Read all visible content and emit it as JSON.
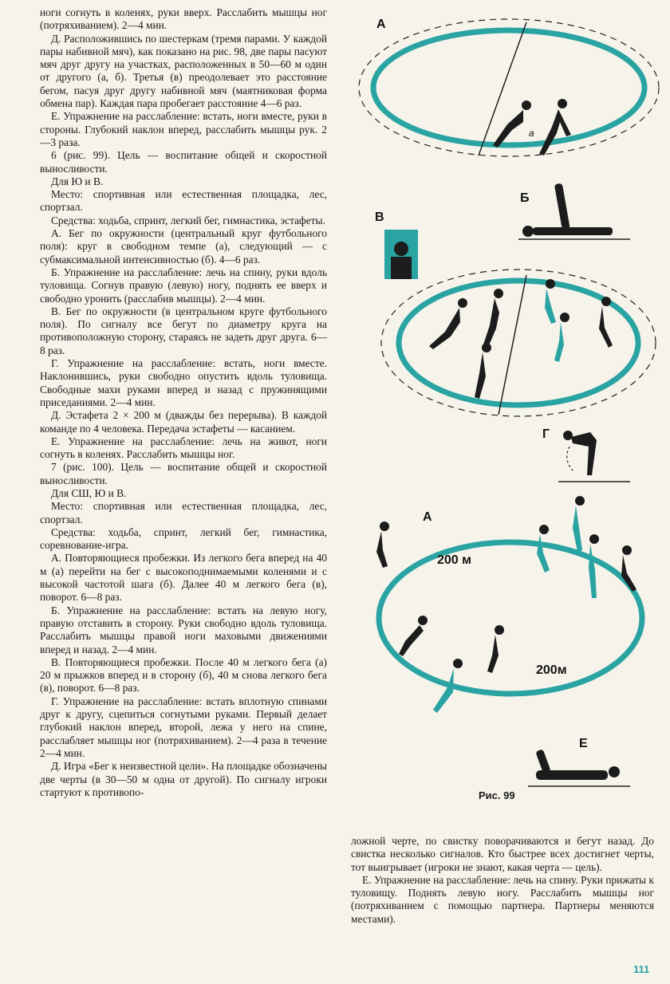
{
  "left_column": [
    "ноги согнуть в коленях, руки вверх. Расслабить мышцы ног (потряхиванием). 2—4 мин.",
    "Д. Расположившись по шестеркам (тремя парами. У каждой пары набивной мяч), как показано на рис. 98, две пары пасуют мяч друг другу на участках, расположенных в 50—60 м один от другого (а, б). Третья (в) преодолевает это расстояние бегом, пасуя друг другу набивной мяч (маятниковая форма обмена пар). Каждая пара пробегает расстояние 4—6 раз.",
    "Е. Упражнение на расслабление: встать, ноги вместе, руки в стороны. Глубокий наклон вперед, расслабить мышцы рук. 2—3 раза.",
    "6 (рис. 99). Цель — воспитание общей и скоростной выносливости.",
    "Для Ю и В.",
    "Место: спортивная или естественная площадка, лес, спортзал.",
    "Средства: ходьба, спринт, легкий бег, гимнастика, эстафеты.",
    "А. Бег по окружности (центральный круг футбольного поля): круг в свободном темпе (а), следующий — с субмаксимальной интенсивностью (б). 4—6 раз.",
    "Б. Упражнение на расслабление: лечь на спину, руки вдоль туловища. Согнув правую (левую) ногу, поднять ее вверх и свободно уронить (расслабив мышцы). 2—4 мин.",
    "В. Бег по окружности (в центральном круге футбольного поля). По сигналу все бегут по диаметру круга на противоположную сторону, стараясь не задеть друг друга. 6—8 раз.",
    "Г. Упражнение на расслабление: встать, ноги вместе. Наклонившись, руки свободно опустить вдоль туловища. Свободные махи руками вперед и назад с пружинящими приседаниями. 2—4 мин.",
    "Д. Эстафета 2 × 200 м (дважды без перерыва). В каждой команде по 4 человека. Передача эстафеты — касанием.",
    "Е. Упражнение на расслабление: лечь на живот, ноги согнуть в коленях. Расслабить мышцы ног.",
    "7 (рис. 100). Цель — воспитание общей и скоростной выносливости.",
    "Для СШ, Ю и В.",
    "Место: спортивная или естественная площадка, лес, спортзал.",
    "Средства: ходьба, спринт, легкий бег, гимнастика, соревнование-игра.",
    "А. Повторяющиеся пробежки. Из легкого бега вперед на 40 м (а) перейти на бег с высокоподнимаемыми коленями и с высокой частотой шага (б). Далее 40 м легкого бега (в), поворот. 6—8 раз.",
    "Б. Упражнение на расслабление: встать на левую ногу, правую отставить в сторону. Руки свободно вдоль туловища. Расслабить мышцы правой ноги маховыми движениями вперед и назад. 2—4 мин.",
    "В. Повторяющиеся пробежки. После 40 м легкого бега (а) 20 м прыжков вперед и в сторону (б), 40 м снова легкого бега (в), поворот. 6—8 раз.",
    "Г. Упражнение на расслабление: встать вплотную спинами друг к другу, сцепиться согнутыми руками. Первый делает глубокий наклон вперед, второй, лежа у него на спине, расслабляет мышцы ног (потряхиванием). 2—4 раза в течение 2—4 мин.",
    "Д. Игра «Бег к неизвестной цели». На площадке обозначены две черты (в 30—50 м одна от другой). По сигналу игроки стартуют к противопо-"
  ],
  "bottom_right_column": [
    "ложной черте, по свистку поворачиваются и бегут назад. До свистка несколько сигналов. Кто быстрее всех достигнет черты, тот выигрывает (игроки не знают, какая черта — цель).",
    "Е. Упражнение на расслабление: лечь на спину. Руки прижаты к туловищу. Поднять левую ногу. Расслабить мышцы ног (потряхиванием с помощью партнера. Партнеры меняются местами)."
  ],
  "figure": {
    "labels": {
      "a1": "А",
      "b": "Б",
      "v": "В",
      "g": "Г",
      "a2": "А",
      "e": "Е",
      "small_a": "а"
    },
    "distance_top": "200 м",
    "distance_bottom": "200м",
    "caption": "Рис. 99",
    "accent_color": "#2aa3a3"
  },
  "page_number": "111"
}
